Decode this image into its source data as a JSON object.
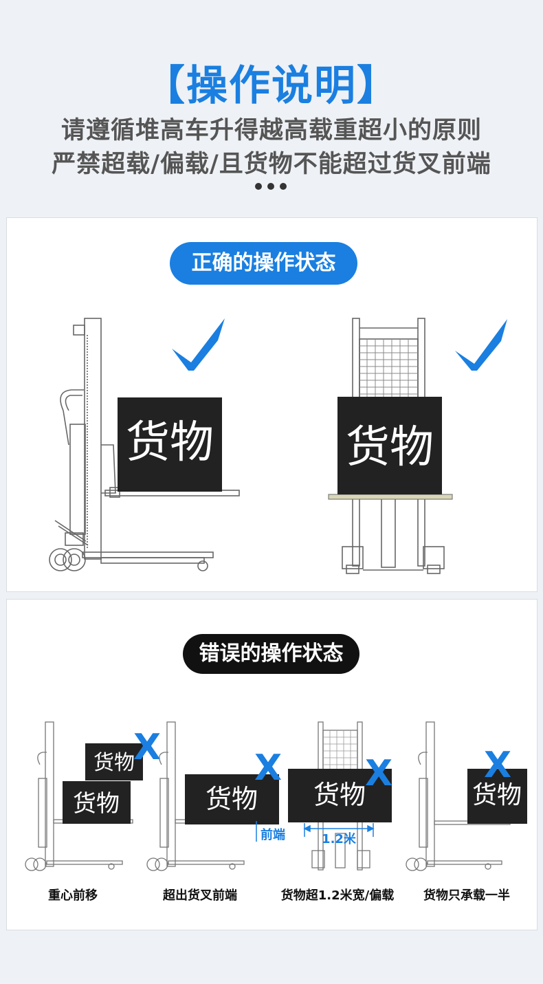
{
  "header": {
    "title": "【操作说明】",
    "subtitle_line1": "请遵循堆高车升得越高载重超小的原则",
    "subtitle_line2": "严禁超载/偏载/且货物不能超过货叉前端"
  },
  "correct_section": {
    "badge": "正确的操作状态",
    "cargo_label": "货物",
    "accent_color": "#1a7fe0"
  },
  "wrong_section": {
    "badge": "错误的操作状态",
    "cargo_label": "货物",
    "mark": "X",
    "front_label": "前端",
    "width_label": "1.2米",
    "captions": [
      "重心前移",
      "超出货叉前端",
      "货物超1.2米宽/偏载",
      "货物只承载一半"
    ]
  }
}
